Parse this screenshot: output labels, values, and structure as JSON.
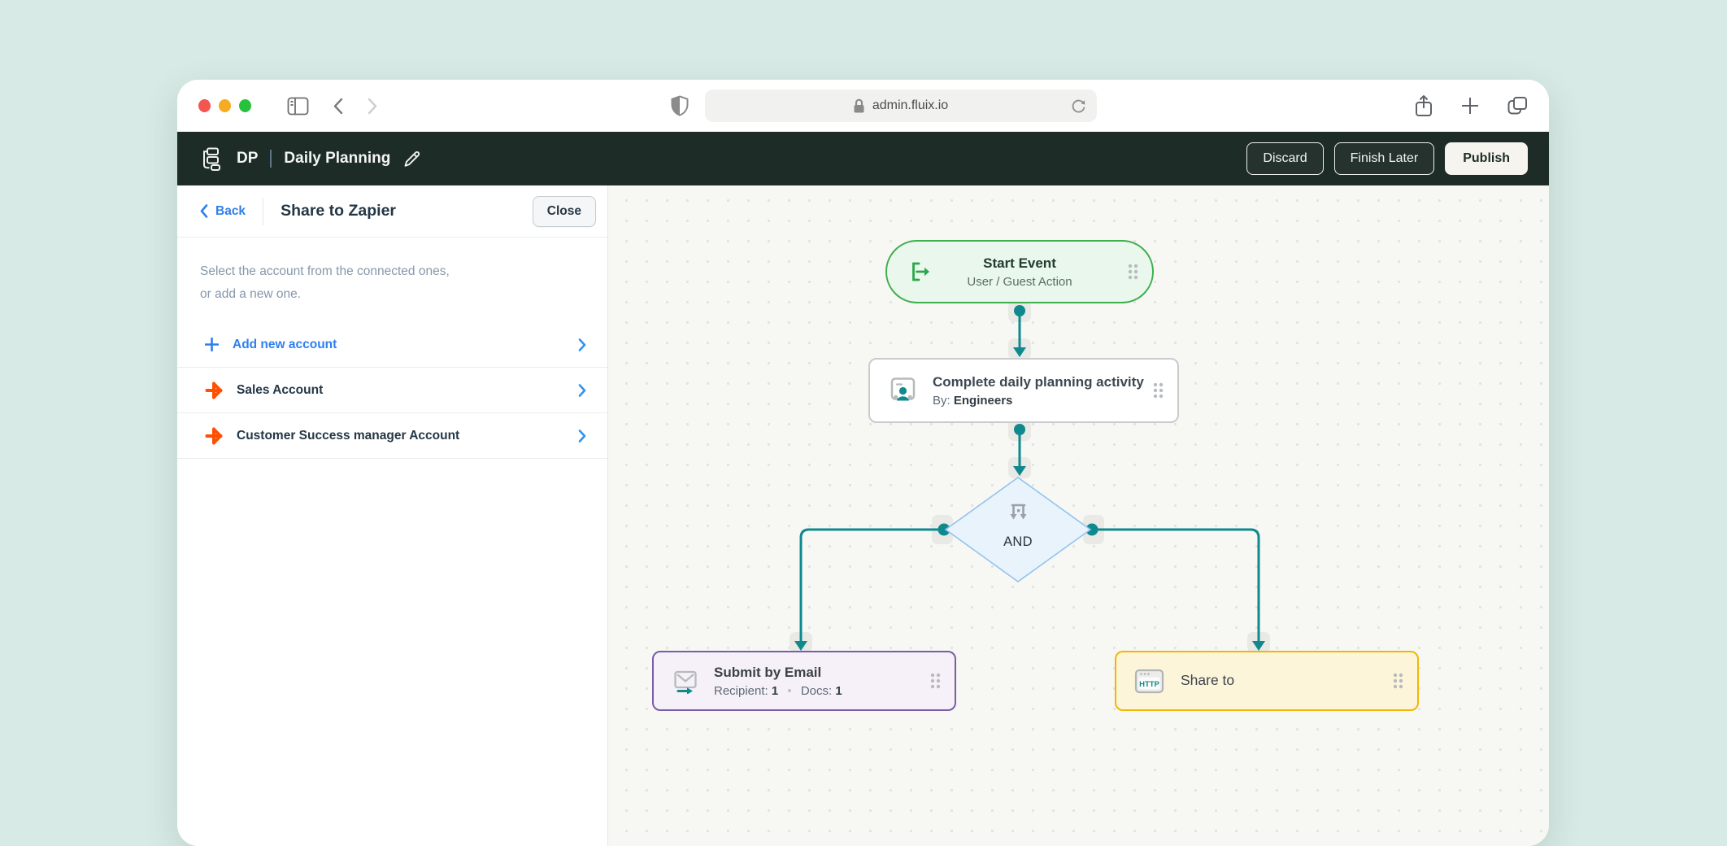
{
  "browser": {
    "url": "admin.fluix.io",
    "traffic_light_colors": [
      "#f4554e",
      "#f6ab20",
      "#27c23c"
    ]
  },
  "header": {
    "initials": "DP",
    "title": "Daily Planning",
    "buttons": {
      "discard": "Discard",
      "finish_later": "Finish Later",
      "publish": "Publish"
    }
  },
  "panel": {
    "back_label": "Back",
    "title": "Share to Zapier",
    "close_label": "Close",
    "description_line1": "Select the account from the connected ones,",
    "description_line2": "or add a new one.",
    "add_new_label": "Add new account",
    "accounts": [
      {
        "label": "Sales Account"
      },
      {
        "label": "Customer Success manager Account"
      }
    ]
  },
  "canvas": {
    "start": {
      "title": "Start Event",
      "subtitle": "User / Guest Action"
    },
    "activity": {
      "title": "Complete daily planning activity",
      "by_label": "By:",
      "by_value": "Engineers"
    },
    "gateway": {
      "label": "AND"
    },
    "email": {
      "title": "Submit by Email",
      "recipient_label": "Recipient:",
      "recipient_value": "1",
      "separator": "•",
      "docs_label": "Docs:",
      "docs_value": "1"
    },
    "share": {
      "title": "Share to",
      "icon_text": "HTTP"
    }
  },
  "colors": {
    "page_background": "#d8eae5",
    "app_header": "#1e2c27",
    "connector_teal": "#0f898d",
    "link_blue": "#2f80ed",
    "zapier_orange": "#ff4f00",
    "start_green": "#3fae4e",
    "gateway_blue": "#92c3ee",
    "email_purple": "#7b5ca7",
    "share_yellow": "#f2b703"
  }
}
